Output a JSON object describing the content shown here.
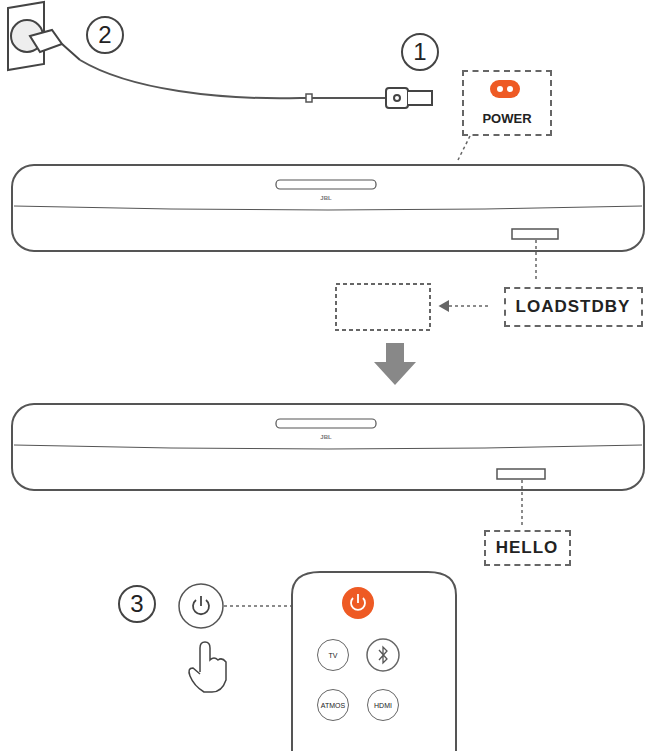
{
  "diagram": {
    "nodes": [
      {
        "text": [
          "2"
        ]
      },
      {
        "text": [
          "1"
        ]
      },
      {
        "text": [
          "POWER"
        ]
      },
      {
        "text": [
          "LOADSTDBY"
        ]
      },
      {
        "text": [
          "HELLO"
        ]
      },
      {
        "text": [
          "3"
        ]
      },
      {
        "text": [
          "TV"
        ]
      },
      {
        "text": [
          "ATMOS"
        ]
      },
      {
        "text": [
          "HDMI"
        ]
      }
    ],
    "labels": [
      "JBL",
      "JBL"
    ]
  }
}
